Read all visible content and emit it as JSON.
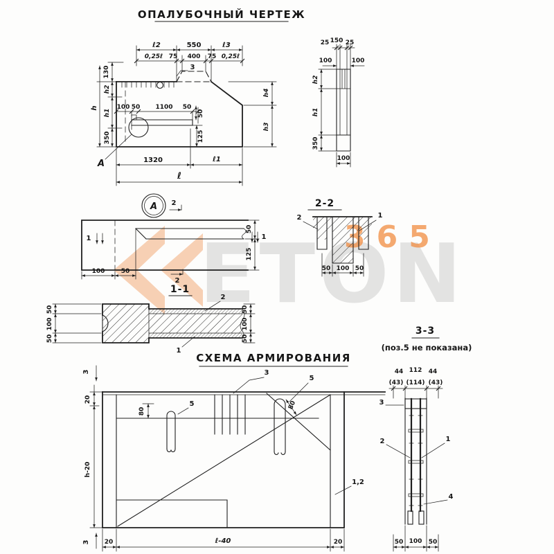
{
  "watermark": {
    "brand_word": "ETON",
    "brand_digits": "365",
    "chevron_color": "#f2a36b",
    "word_color": "#c3c3c3",
    "digits_color": "#f08c42"
  },
  "formwork": {
    "title": "ОПАЛУБОЧНЫЙ ЧЕРТЕЖ",
    "main": {
      "dim_l2": "ℓ2",
      "dim_550": "550",
      "dim_l3": "ℓ3",
      "dim_025l_left": "0,25ℓ",
      "dim_75_left": "75",
      "dim_400": "400",
      "dim_75_right": "75",
      "dim_025l_right": "0,25ℓ",
      "dim_130": "130",
      "dim_h": "h",
      "dim_h2": "h2",
      "dim_h1": "h1",
      "dim_350": "350",
      "dim_100": "100",
      "dim_50_a": "50",
      "dim_1100": "1100",
      "dim_50_b": "50",
      "dim_50_v": "50",
      "dim_125": "125",
      "dim_h4": "h4",
      "dim_h3": "h3",
      "dim_1320": "1320",
      "dim_l1": "ℓ1",
      "dim_l": "ℓ",
      "mark_3": "3",
      "detail_ref": "А"
    },
    "side": {
      "dim_25_l": "25",
      "dim_150": "150",
      "dim_25_r": "25",
      "dim_100_l": "100",
      "dim_100_r": "100",
      "dim_h2": "h2",
      "dim_h1": "h1",
      "dim_350": "350",
      "dim_100_b": "100"
    },
    "detail_a": {
      "title": "А",
      "mark_2_top": "2",
      "mark_2_bottom": "2",
      "mark_1_left": "1",
      "mark_1_right": "1",
      "dim_50": "50",
      "dim_125": "125",
      "dim_100": "100",
      "dim_50_b": "50"
    },
    "section_22": {
      "title": "2-2",
      "leader_2": "2",
      "leader_1": "1",
      "dims": [
        "50",
        "100",
        "50"
      ]
    },
    "section_11": {
      "title": "1-1",
      "leader_2": "2",
      "leader_1": "1",
      "left": [
        "50",
        "100",
        "50"
      ],
      "right": [
        "50",
        "100",
        "50"
      ]
    }
  },
  "reinforcement": {
    "title": "СХЕМА АРМИРОВАНИЯ",
    "scheme": {
      "mark_3_top": "3",
      "mark_3_bottom": "3",
      "dim_20_top": "20",
      "dim_h20": "h-20",
      "dim_80_left": "80",
      "dim_80_right": "80",
      "pos_5_left": "5",
      "pos_5_right": "5",
      "pos_3": "3",
      "pos_12": "1,2",
      "dim_20_bl": "20",
      "dim_l40": "ℓ-40",
      "dim_20_br": "20"
    },
    "section_33": {
      "title": "3-3",
      "note": "(поз.5 не показана)",
      "top_dims": [
        "44",
        "112",
        "44"
      ],
      "top_dims_alt": [
        "(43)",
        "(114)",
        "(43)"
      ],
      "pos_3": "3",
      "pos_2": "2",
      "pos_1": "1",
      "pos_4": "4",
      "bottom_dims": [
        "50",
        "100",
        "50"
      ]
    }
  }
}
